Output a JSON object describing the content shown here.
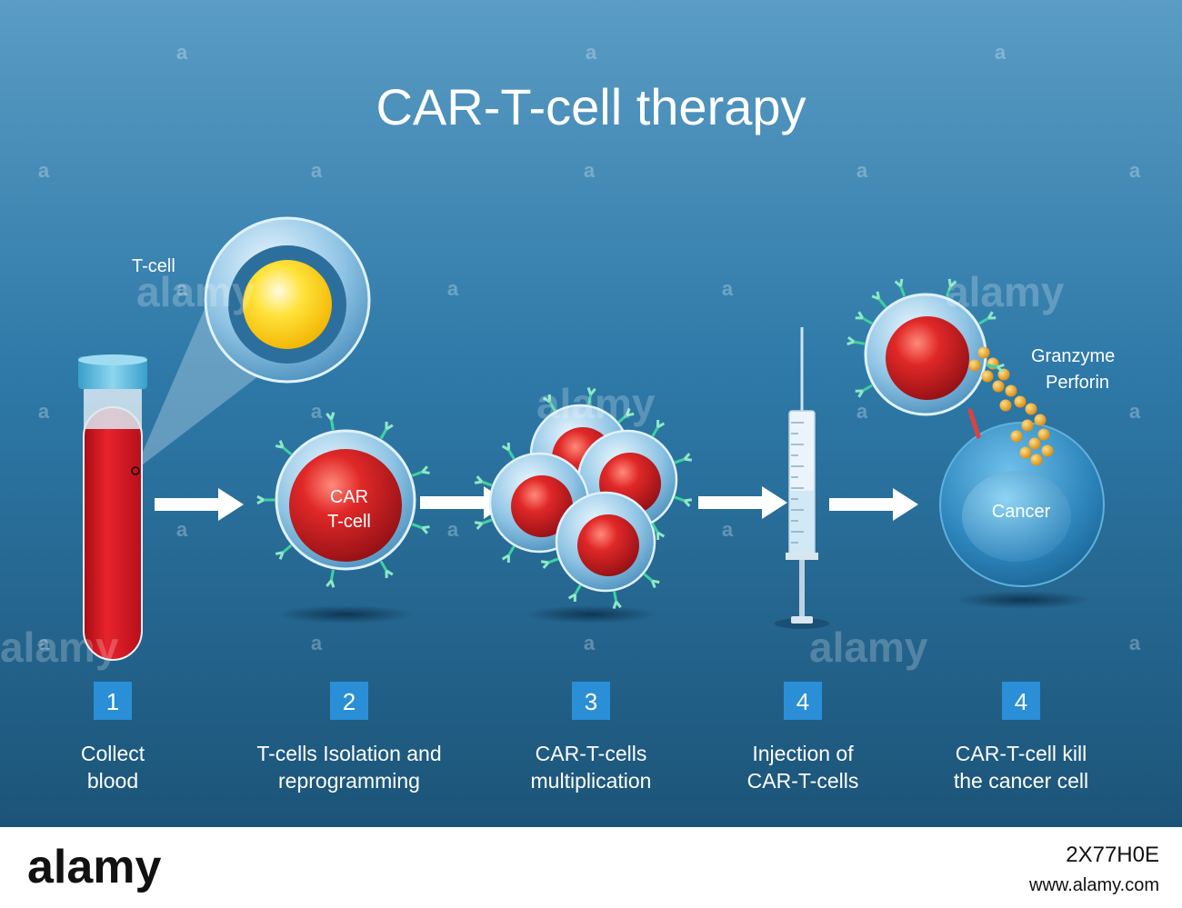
{
  "title": "CAR-T-cell therapy",
  "labels": {
    "t_cell": "T-cell",
    "car_line1": "CAR",
    "car_line2": "T-cell",
    "granzyme": "Granzyme",
    "perforin": "Perforin",
    "cancer": "Cancer"
  },
  "steps": [
    {
      "number": "1",
      "caption_line1": "Collect",
      "caption_line2": "blood"
    },
    {
      "number": "2",
      "caption_line1": "T-cells Isolation and",
      "caption_line2": "reprogramming"
    },
    {
      "number": "3",
      "caption_line1": "CAR-T-cells",
      "caption_line2": "multiplication"
    },
    {
      "number": "4",
      "caption_line1": "Injection of",
      "caption_line2": "CAR-T-cells"
    },
    {
      "number": "4",
      "caption_line1": "CAR-T-cell kill",
      "caption_line2": "the cancer cell"
    }
  ],
  "watermark": {
    "brand": "alamy",
    "mark": "a",
    "image_id": "2X77H0E",
    "site": "www.alamy.com"
  },
  "colors": {
    "background_top": "#5a9cc4",
    "background_bottom": "#1c5478",
    "badge": "#2a8fd6",
    "blood": "#d8141f",
    "cell_membrane": "#a9d3ec",
    "nucleus_red": "#cc1f1f",
    "nucleus_yellow": "#f7d600",
    "receptor": "#3fd1a0",
    "granule": "#f0a820",
    "cap": "#56b7dd",
    "footer": "#ffffff"
  }
}
